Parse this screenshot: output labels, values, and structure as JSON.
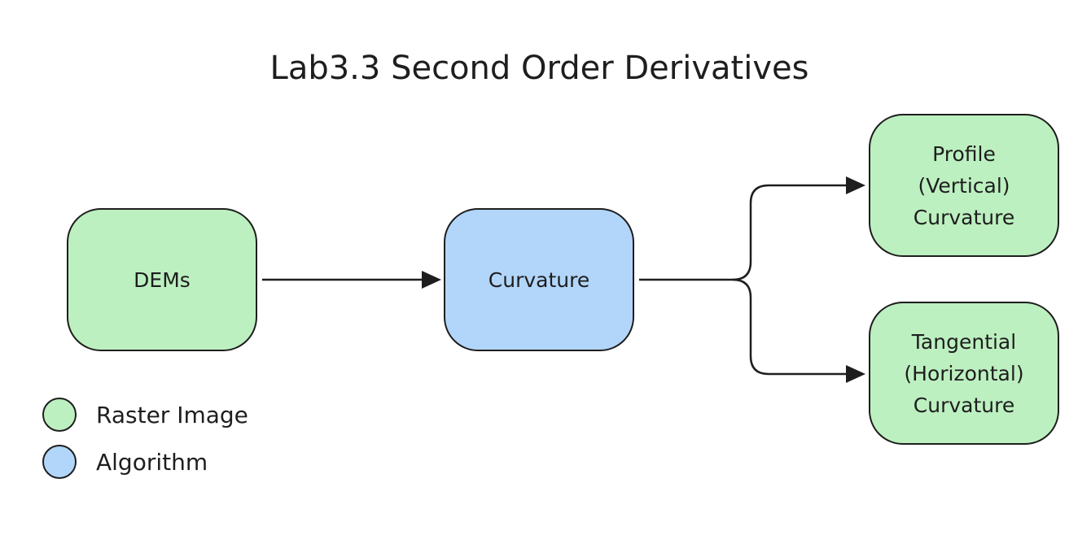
{
  "title": "Lab3.3 Second Order Derivatives",
  "colors": {
    "raster_fill": "#bdf0c0",
    "algorithm_fill": "#b2d6fa",
    "stroke": "#1e1e1e"
  },
  "nodes": {
    "dems": {
      "label": "DEMs",
      "kind": "raster"
    },
    "curvature": {
      "label": "Curvature",
      "kind": "algorithm"
    },
    "profile": {
      "label": "Profile\n(Vertical)\nCurvature",
      "kind": "raster"
    },
    "tangential": {
      "label": "Tangential\n(Horizontal)\nCurvature",
      "kind": "raster"
    }
  },
  "edges": [
    {
      "from": "dems",
      "to": "curvature"
    },
    {
      "from": "curvature",
      "to": "profile"
    },
    {
      "from": "curvature",
      "to": "tangential"
    }
  ],
  "legend": {
    "raster": {
      "label": "Raster Image"
    },
    "algorithm": {
      "label": "Algorithm"
    }
  }
}
